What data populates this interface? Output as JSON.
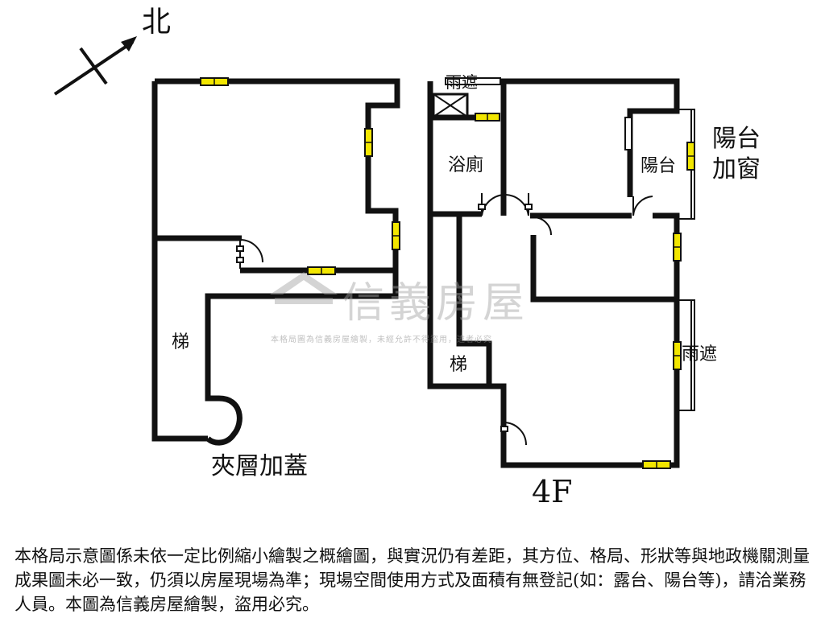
{
  "compass": {
    "label": "北"
  },
  "labels": {
    "rain_shelter_top": "雨遮",
    "bathroom": "浴廁",
    "balcony_inner": "陽台",
    "balcony_outer_line1": "陽台",
    "balcony_outer_line2": "加窗",
    "stair_left": "梯",
    "stair_right": "梯",
    "rain_shelter_right": "雨遮",
    "mezzanine": "夾層加蓋",
    "floor": "4F"
  },
  "watermark": {
    "brand": "信義房屋",
    "notice": "本格局圖為信義房屋繪製，未經允許不得盜用，違者必究"
  },
  "disclaimer": "本格局示意圖係未依一定比例縮小繪製之概繪圖，與實況仍有差距，其方位、格局、形狀等與地政機關測量成果圖未必一致，仍須以房屋現場為準；現場空間使用方式及面積有無登記(如：露台、陽台等)，請洽業務人員。本圖為信義房屋繪製，盜用必究。",
  "colors": {
    "wall": "#111111",
    "window_fill": "#f2e600",
    "watermark": "#a0a0a0"
  }
}
